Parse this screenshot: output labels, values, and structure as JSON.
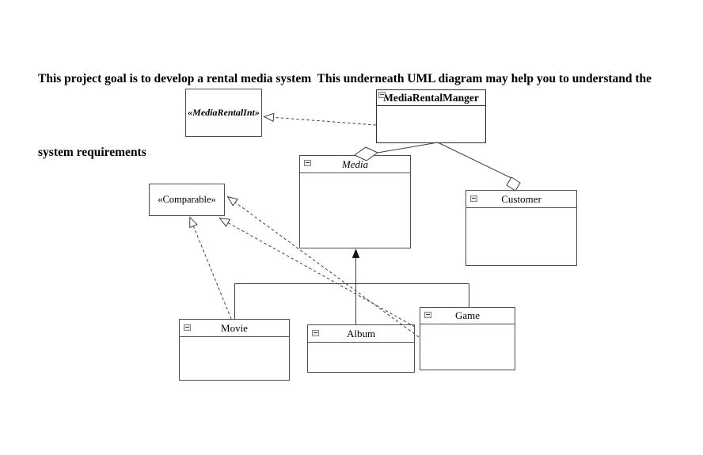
{
  "heading": {
    "line1": "This project goal is to develop a rental media system  This underneath UML diagram may help you to understand the",
    "line2": "system requirements"
  },
  "diagram": {
    "nodes": {
      "media_rental_int": {
        "label": "«MediaRentalInt»",
        "stereotype": "interface"
      },
      "media_rental_manger": {
        "label": "MediaRentalManger",
        "stereotype": "class"
      },
      "media": {
        "label": "Media",
        "stereotype": "abstract-class"
      },
      "comparable": {
        "label": "«Comparable»",
        "stereotype": "interface"
      },
      "customer": {
        "label": "Customer",
        "stereotype": "class"
      },
      "movie": {
        "label": "Movie",
        "stereotype": "class"
      },
      "album": {
        "label": "Album",
        "stereotype": "class"
      },
      "game": {
        "label": "Game",
        "stereotype": "class"
      }
    },
    "relationships": [
      {
        "from": "MediaRentalManger",
        "to": "MediaRentalInt",
        "type": "realization",
        "line": "dashed",
        "head": "hollow-triangle"
      },
      {
        "from": "MediaRentalManger",
        "to": "Media",
        "type": "aggregation",
        "line": "solid",
        "head": "hollow-diamond"
      },
      {
        "from": "MediaRentalManger",
        "to": "Customer",
        "type": "aggregation",
        "line": "solid",
        "head": "hollow-diamond"
      },
      {
        "from": "Movie",
        "to": "Media",
        "type": "generalization",
        "line": "solid",
        "head": "filled-arrow"
      },
      {
        "from": "Album",
        "to": "Media",
        "type": "generalization",
        "line": "solid",
        "head": "filled-arrow"
      },
      {
        "from": "Game",
        "to": "Media",
        "type": "generalization",
        "line": "solid",
        "head": "filled-arrow"
      },
      {
        "from": "Movie",
        "to": "Comparable",
        "type": "realization",
        "line": "dashed",
        "head": "hollow-triangle"
      },
      {
        "from": "Album",
        "to": "Comparable",
        "type": "realization",
        "line": "dashed",
        "head": "hollow-triangle"
      },
      {
        "from": "Game",
        "to": "Comparable",
        "type": "realization",
        "line": "dashed",
        "head": "hollow-triangle"
      }
    ],
    "colors": {
      "background": "#ffffff",
      "line": "#3f3f3f",
      "border": "#4d4d4d",
      "text": "#000000",
      "icon_bg": "#ececec",
      "icon_border": "#828282"
    }
  }
}
